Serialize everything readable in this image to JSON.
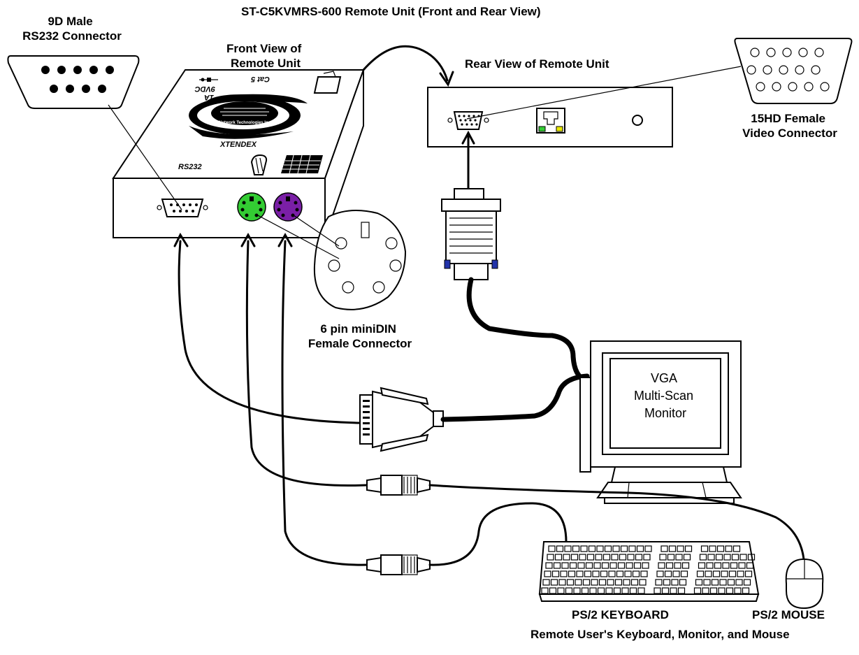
{
  "title": "ST-C5KVMRS-600 Remote Unit   (Front and Rear View)",
  "labels": {
    "rs232_connector": [
      "9D Male",
      "RS232 Connector"
    ],
    "front_view": [
      "Front View of",
      "Remote Unit"
    ],
    "rear_view": "Rear View of Remote Unit",
    "video_connector": [
      "15HD Female",
      "Video Connector"
    ],
    "minidin": [
      "6 pin miniDIN",
      "Female Connector"
    ],
    "monitor": [
      "VGA",
      "Multi-Scan",
      "Monitor"
    ],
    "keyboard": "PS/2 KEYBOARD",
    "mouse": "PS/2 MOUSE",
    "caption": "Remote User's Keyboard, Monitor, and Mouse"
  },
  "unit_marks": {
    "power": "9VDC",
    "amp": "1A",
    "cat5": "Cat 5",
    "brand": "XTENDEX",
    "company": "Network Technologies Inc",
    "rs232": "RS232"
  },
  "colors": {
    "keyboard_port": "#33cc33",
    "mouse_port": "#7a1fa6",
    "rj45_led_green": "#33cc33",
    "rj45_led_yellow": "#e8e800",
    "vga_screw": "#2233aa"
  }
}
